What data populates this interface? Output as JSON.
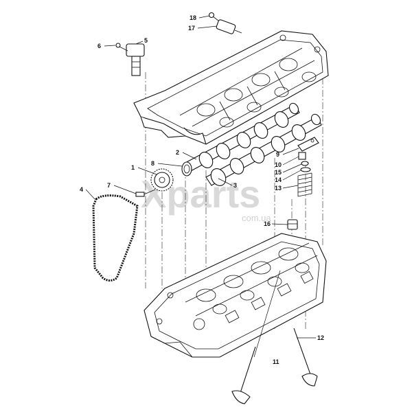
{
  "watermark": {
    "brand": "Xparts",
    "domain": "com.ua"
  },
  "callouts": [
    {
      "id": "1",
      "label": "1"
    },
    {
      "id": "2",
      "label": "2"
    },
    {
      "id": "3",
      "label": "3"
    },
    {
      "id": "4",
      "label": "4"
    },
    {
      "id": "5",
      "label": "5"
    },
    {
      "id": "6",
      "label": "6"
    },
    {
      "id": "7",
      "label": "7"
    },
    {
      "id": "8",
      "label": "8"
    },
    {
      "id": "9",
      "label": "9"
    },
    {
      "id": "10",
      "label": "10"
    },
    {
      "id": "11",
      "label": "11"
    },
    {
      "id": "12",
      "label": "12"
    },
    {
      "id": "13",
      "label": "13"
    },
    {
      "id": "14",
      "label": "14"
    },
    {
      "id": "15",
      "label": "15"
    },
    {
      "id": "16",
      "label": "16"
    },
    {
      "id": "17",
      "label": "17"
    },
    {
      "id": "18",
      "label": "18"
    }
  ]
}
